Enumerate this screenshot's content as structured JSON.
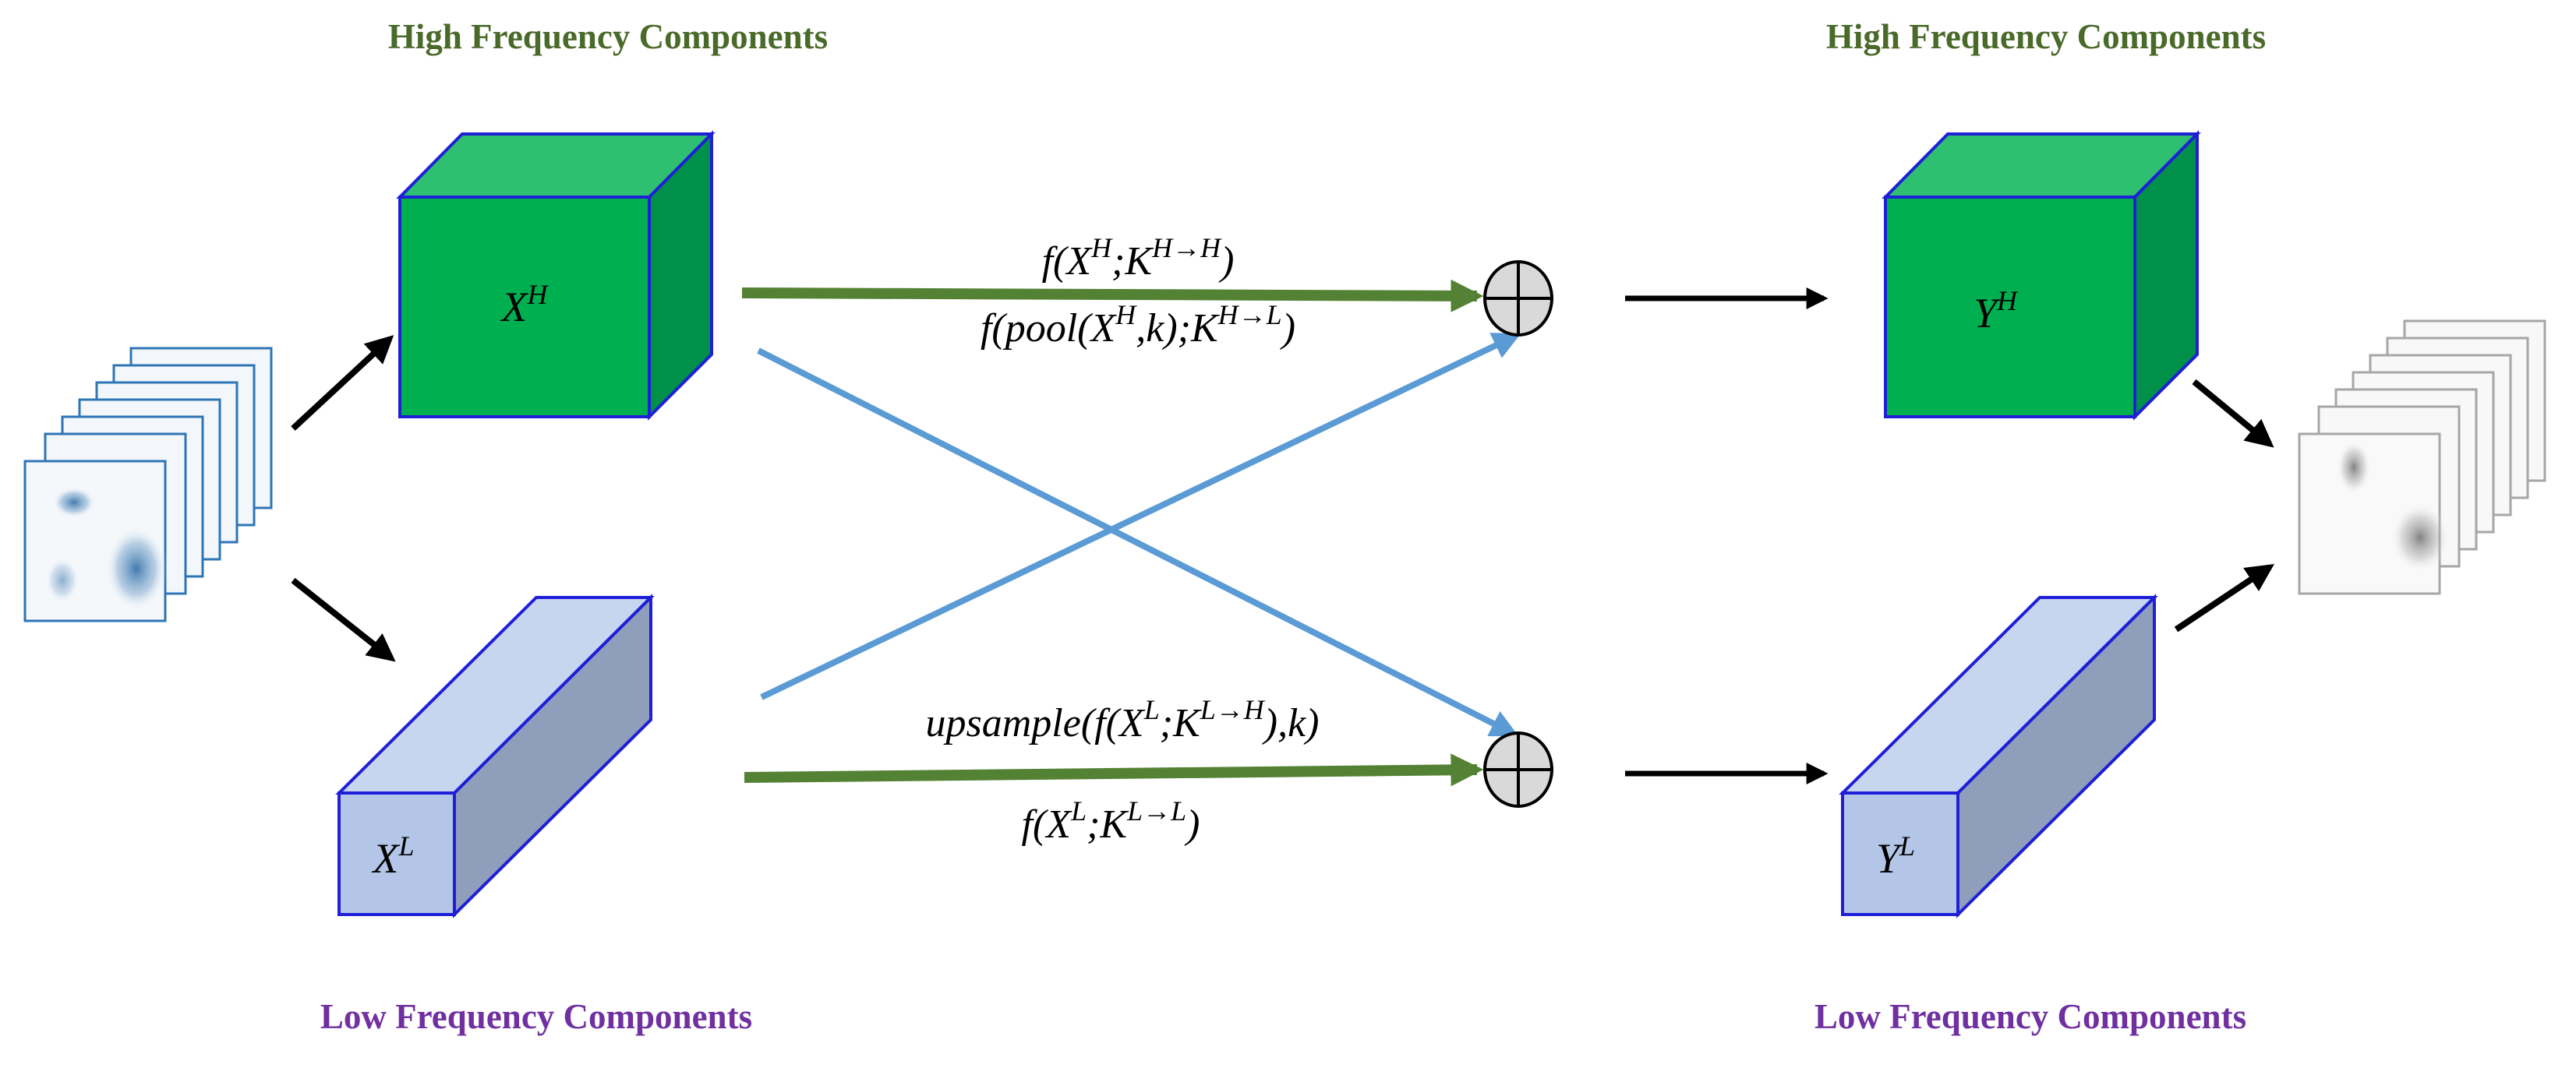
{
  "headings": {
    "left_high": "High Frequency Components",
    "right_high": "High Frequency Components",
    "left_low": "Low Frequency Components",
    "right_low": "Low Frequency Components"
  },
  "inputs": {
    "xh": {
      "base": "X",
      "sup": "H"
    },
    "xl": {
      "base": "X",
      "sup": "L"
    }
  },
  "outputs": {
    "yh": {
      "base": "Y",
      "sup": "H"
    },
    "yl": {
      "base": "Y",
      "sup": "L"
    }
  },
  "operations": {
    "h_to_h": [
      "f(X",
      "H",
      ";K",
      "H→H",
      ")"
    ],
    "h_to_l": [
      "f(pool(X",
      "H",
      ",k);K",
      "H→L",
      ")"
    ],
    "l_to_h": [
      "upsample(f(X",
      "L",
      ";K",
      "L→H",
      "),k)"
    ],
    "l_to_l": [
      "f(X",
      "L",
      ";K",
      "L→L",
      ")"
    ]
  },
  "colors": {
    "high_heading": "#4a6a2a",
    "low_heading": "#7030a0",
    "green_box_front": "#00b050",
    "green_box_top": "#2ec070",
    "green_box_side": "#00904a",
    "blue_box_front": "#b4c6e7",
    "blue_box_top": "#c7d5ef",
    "blue_box_side": "#8f9fbb",
    "box_edge": "#1f1fd8",
    "green_arrow": "#548235",
    "blue_arrow": "#5b9bd5",
    "black_arrow": "#000000",
    "adder_fill": "#d9d9d9"
  },
  "icons": {
    "adder_top": "circled-plus-icon",
    "adder_bottom": "circled-plus-icon",
    "input_stack": "feature-map-stack-icon",
    "output_stack": "feature-map-stack-icon"
  }
}
